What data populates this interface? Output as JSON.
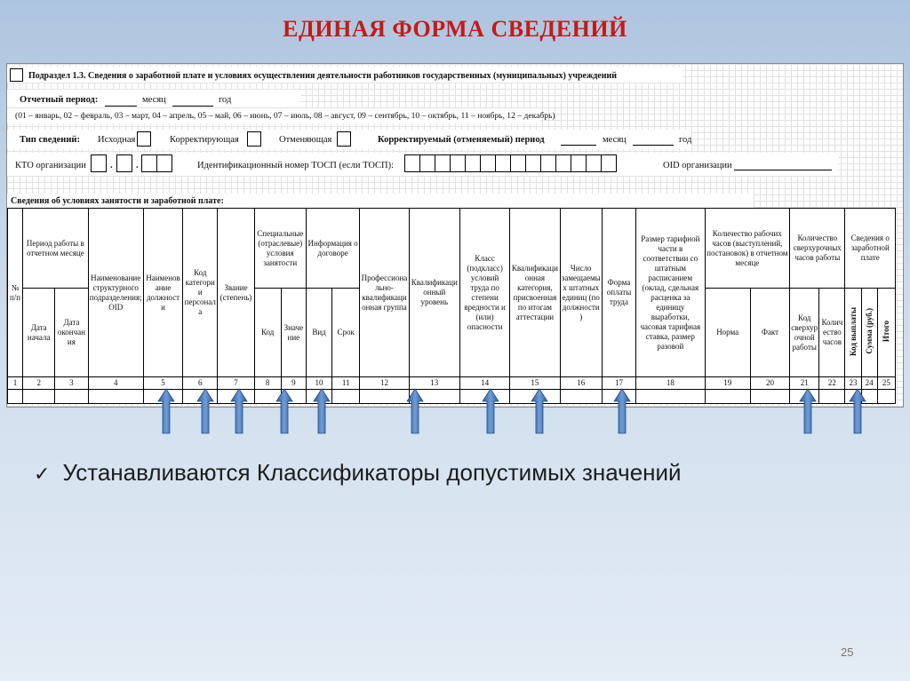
{
  "slide": {
    "title": "ЕДИНАЯ ФОРМА СВЕДЕНИЙ",
    "bullet": "Устанавливаются Классификаторы допустимых значений",
    "page_number": "25",
    "title_color": "#c41a1a",
    "arrow_color": "#4a78b8"
  },
  "form": {
    "subsection": "Подраздел 1.3. Сведения о заработной плате и условиях осуществления деятельности работников государственных (муниципальных) учреждений",
    "period_label": "Отчетный период:",
    "month_label": "месяц",
    "year_label": "год",
    "months_legend": "(01 – январь, 02 – февраль, 03 – март, 04 – апрель, 05 – май, 06 – июнь, 07 – июль, 08 – август, 09 – сентябрь, 10 – октябрь, 11 – ноябрь, 12 – декабрь)",
    "info_type_label": "Тип сведений:",
    "type_initial": "Исходная",
    "type_correcting": "Корректирующая",
    "type_cancelling": "Отменяющая",
    "corrected_period_label": "Корректируемый (отменяемый) период",
    "kto_label": "КТО организации",
    "tosp_label": "Идентификационный номер ТОСП (если ТОСП):",
    "oid_label": "OID организации",
    "section_label": "Сведения об условиях занятости и заработной плате:"
  },
  "table": {
    "h_no": "№ п/п",
    "h_period": "Период работы в отчетном месяце",
    "h_start": "Дата начала",
    "h_end": "Дата окончания",
    "h_unit": "Наименование структурного подразделения; OID",
    "h_position": "Наименование должности",
    "h_staff_cat": "Код категории персонала",
    "h_rank": "Звание (степень)",
    "h_special": "Специальные (отраслевые) условия занятости",
    "h_code": "Код",
    "h_value": "Значение",
    "h_contract": "Информация о договоре",
    "h_type": "Вид",
    "h_term": "Срок",
    "h_prof_group": "Профессионально-квалификационная группа",
    "h_qual_level": "Квалификационный уровень",
    "h_class": "Класс (подкласс) условий труда по степени вредности и (или) опасности",
    "h_qual_cat": "Квалификационная категория, присвоенная по итогам аттестации",
    "h_units": "Число замещаемых штатных единиц (по должности)",
    "h_pay_form": "Форма оплаты труда",
    "h_tariff": "Размер тарифной части в соответствии со штатным расписанием (оклад, сдельная расценка за единицу выработки, часовая тарифная ставка, размер разовой",
    "h_hours": "Количество рабочих часов (выступлений, постановок) в отчетном месяце",
    "h_norm": "Норма",
    "h_fact": "Факт",
    "h_overtime": "Количество сверхурочных часов работы",
    "h_ot_code": "Код сверхурочной работы",
    "h_ot_count": "Количество часов",
    "h_salary": "Сведения о заработной плате",
    "h_pay_code": "Код выплаты",
    "h_sum": "Сумма (руб.)",
    "h_total": "Итого",
    "col_numbers": [
      "1",
      "2",
      "3",
      "4",
      "5",
      "6",
      "7",
      "8",
      "9",
      "10",
      "11",
      "12",
      "13",
      "14",
      "15",
      "16",
      "17",
      "18",
      "19",
      "20",
      "21",
      "22",
      "23",
      "24",
      "25"
    ]
  }
}
